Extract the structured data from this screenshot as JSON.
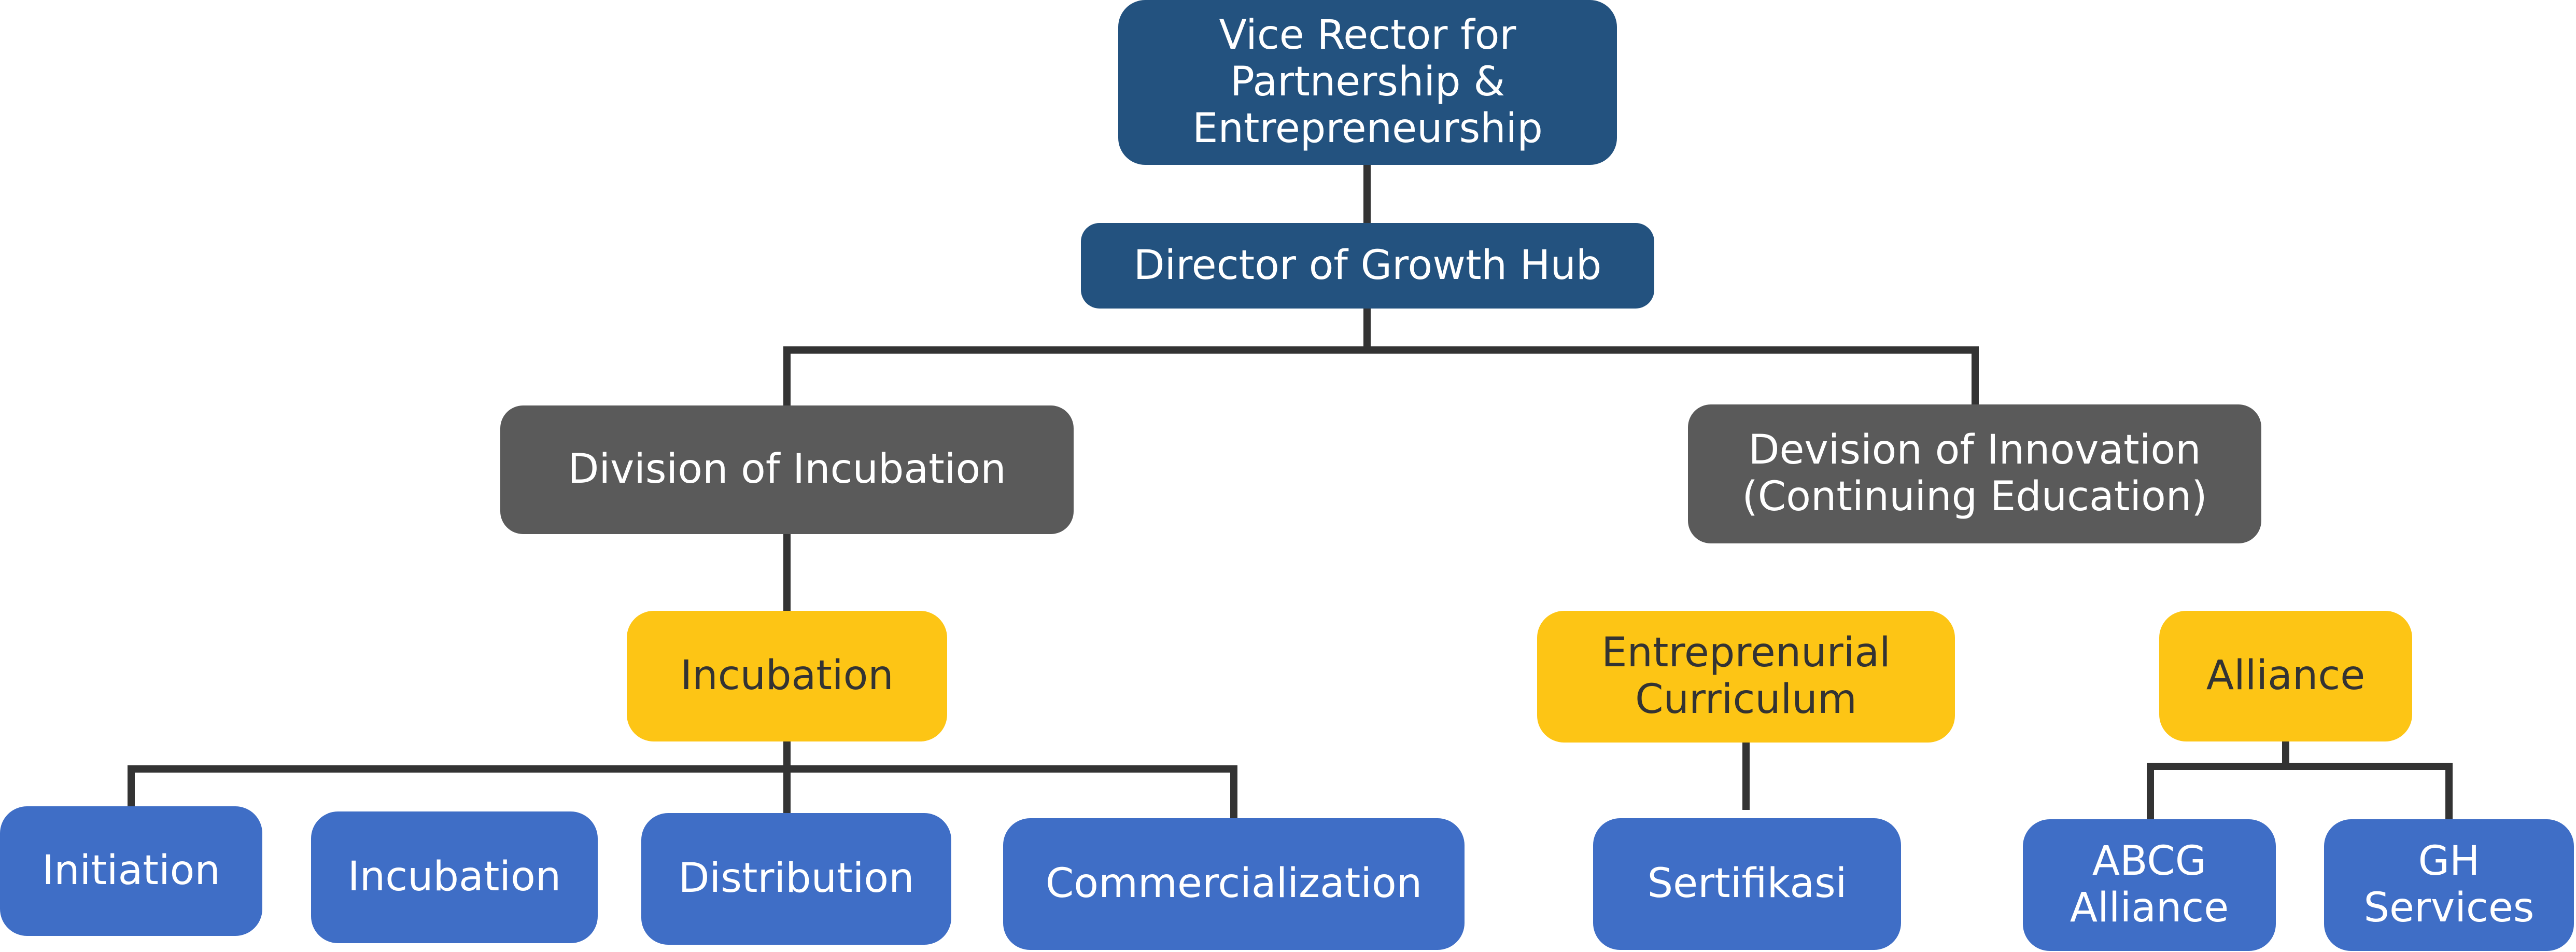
{
  "colors": {
    "executive": "#23527f",
    "division": "#5a5a5a",
    "program": "#fdc515",
    "leaf": "#3f6ec6",
    "connector": "#333333"
  },
  "nodes": {
    "vice_rector": "Vice Rector for\nPartnership &\nEntrepreneurship",
    "director": "Director of Growth Hub",
    "division_incubation": "Division of Incubation",
    "division_innovation": "Devision of Innovation\n(Continuing Education)",
    "incubation": "Incubation",
    "entrepreneurial_curriculum": "Entreprenurial\nCurriculum",
    "alliance": "Alliance",
    "initiation": "Initiation",
    "incubation_leaf": "Incubation",
    "distribution": "Distribution",
    "commercialization": "Commercialization",
    "sertifikasi": "Sertifikasi",
    "abcg_alliance": "ABCG\nAlliance",
    "gh_services": "GH\nServices"
  }
}
